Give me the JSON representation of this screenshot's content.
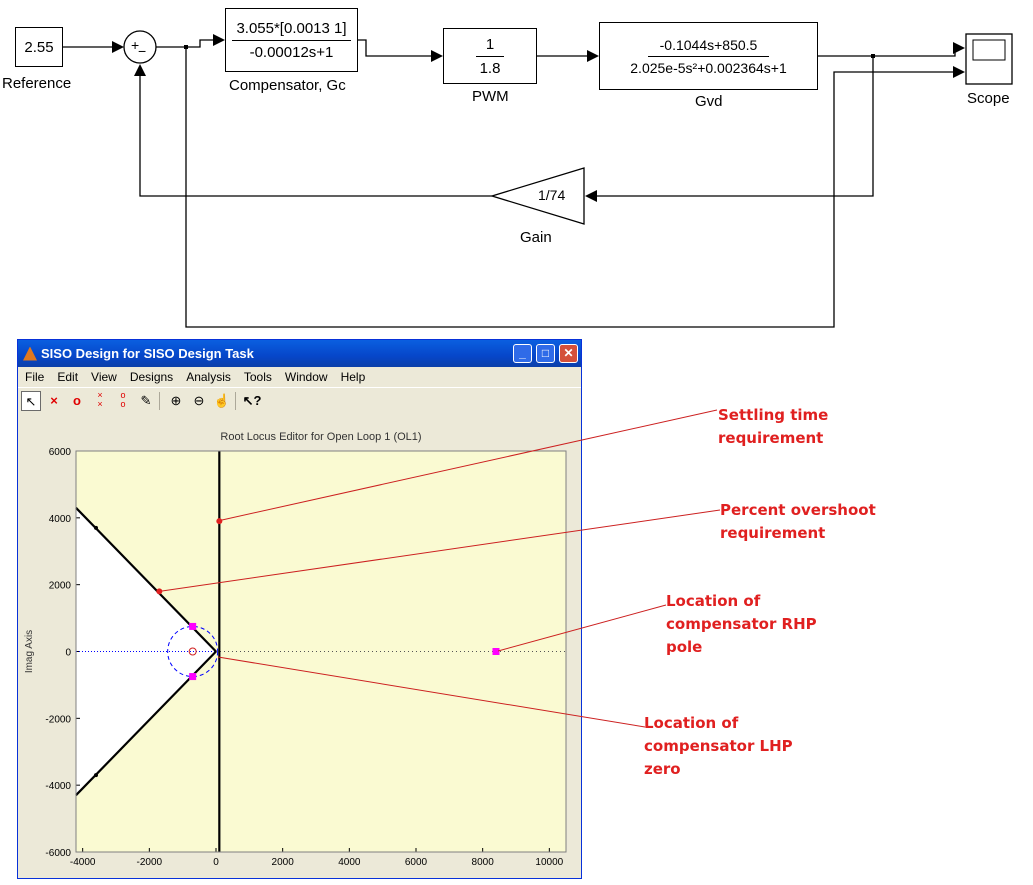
{
  "diagram": {
    "reference": {
      "value": "2.55",
      "label": "Reference"
    },
    "sum": {
      "plus": "+",
      "minus": "−"
    },
    "compensator": {
      "num": "3.055*[0.0013 1]",
      "den": "-0.00012s+1",
      "label": "Compensator, Gc"
    },
    "pwm": {
      "num": "1",
      "den": "1.8",
      "label": "PWM"
    },
    "gvd": {
      "num": "-0.1044s+850.5",
      "den": "2.025e-5s²+0.002364s+1",
      "label": "Gvd"
    },
    "scope": {
      "label": "Scope"
    },
    "gain": {
      "value": "1/74",
      "label": "Gain"
    }
  },
  "window": {
    "title": "SISO Design for SISO Design Task",
    "menu": [
      "File",
      "Edit",
      "View",
      "Designs",
      "Analysis",
      "Tools",
      "Window",
      "Help"
    ],
    "toolbar_icons": [
      "pointer-icon",
      "add-pole-icon",
      "add-zero-icon",
      "add-complex-pole-icon",
      "add-complex-zero-icon",
      "eraser-icon",
      "zoom-in-icon",
      "zoom-out-icon",
      "pan-hand-icon",
      "help-icon"
    ]
  },
  "chart_data": {
    "type": "scatter",
    "title": "Root Locus Editor for Open Loop 1 (OL1)",
    "xlabel": "",
    "ylabel": "Imag Axis",
    "xlim": [
      -4200,
      10500
    ],
    "ylim": [
      -6000,
      6000
    ],
    "xticks": [
      -4000,
      -2000,
      0,
      2000,
      4000,
      6000,
      8000,
      10000
    ],
    "yticks": [
      -6000,
      -4000,
      -2000,
      0,
      2000,
      4000,
      6000
    ],
    "constraint_lines": [
      {
        "name": "settling-time",
        "x": [
          100,
          100
        ],
        "y": [
          -6000,
          6000
        ]
      },
      {
        "name": "overshoot-upper",
        "x": [
          0,
          -4200
        ],
        "y": [
          0,
          4300
        ]
      },
      {
        "name": "overshoot-lower",
        "x": [
          0,
          -4200
        ],
        "y": [
          0,
          -4300
        ]
      }
    ],
    "locus_circle": {
      "center": [
        -700,
        0
      ],
      "radius": 750
    },
    "closed_loop_poles": [
      [
        -700,
        750
      ],
      [
        -700,
        -750
      ],
      [
        8400,
        0
      ]
    ],
    "open_loop_zero": [
      -700,
      0
    ],
    "markers": [
      [
        -3600,
        3700
      ],
      [
        -3600,
        -3700
      ],
      [
        -1700,
        1800
      ],
      [
        100,
        3900
      ]
    ],
    "colors": {
      "plot_bg": "#fafad2",
      "unstable_region": "#ffffff",
      "locus": "#0000ff",
      "pole": "#ff00ff",
      "marker": "#e02020"
    }
  },
  "annotations": [
    {
      "text": "Settling time\nrequirement"
    },
    {
      "text": "Percent overshoot\nrequirement"
    },
    {
      "text": "Location of\ncompensator RHP\npole"
    },
    {
      "text": "Location of\ncompensator LHP\nzero"
    }
  ]
}
